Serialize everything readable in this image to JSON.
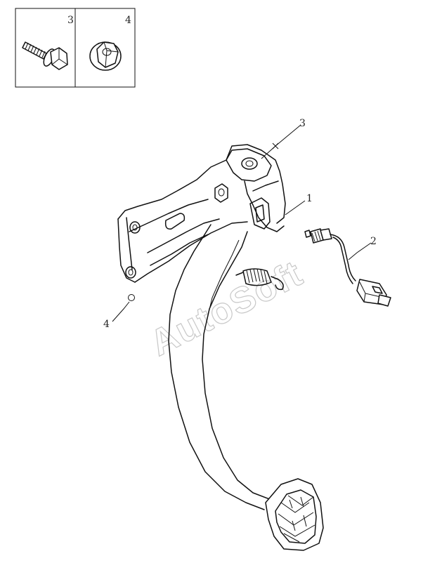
{
  "inset": {
    "left_number": "3",
    "right_number": "4"
  },
  "callouts": {
    "c1": "1",
    "c2": "2",
    "c3": "3",
    "c4": "4"
  },
  "watermark": "AutoSoft"
}
